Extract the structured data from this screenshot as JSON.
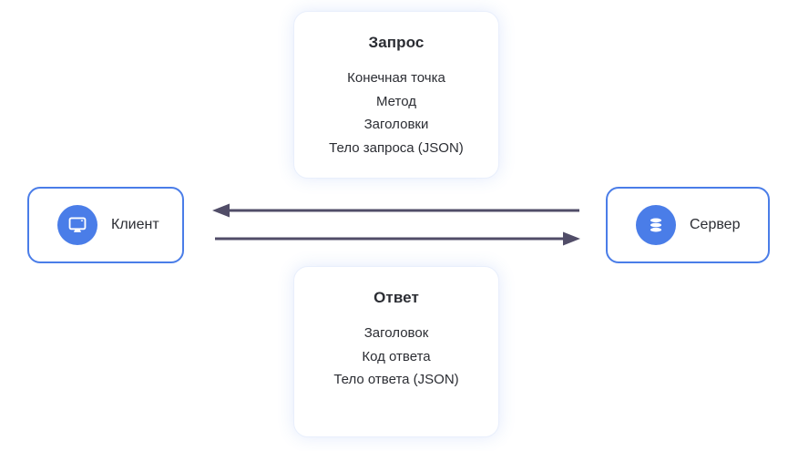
{
  "request_card": {
    "title": "Запрос",
    "items": [
      "Конечная точка",
      "Метод",
      "Заголовки",
      "Тело запроса (JSON)"
    ]
  },
  "response_card": {
    "title": "Ответ",
    "items": [
      "Заголовок",
      "Код ответа",
      "Тело ответа (JSON)"
    ]
  },
  "client_node": {
    "label": "Клиент",
    "icon": "monitor-icon"
  },
  "server_node": {
    "label": "Сервер",
    "icon": "database-icon"
  },
  "arrows": {
    "top_direction": "left",
    "bottom_direction": "right"
  },
  "colors": {
    "accent-blue": "#4a7de8",
    "node-border-color": "#4a7de8",
    "arrow-color": "#514d68",
    "card-border-color": "#e9effc",
    "text-color": "#2b2d33"
  }
}
